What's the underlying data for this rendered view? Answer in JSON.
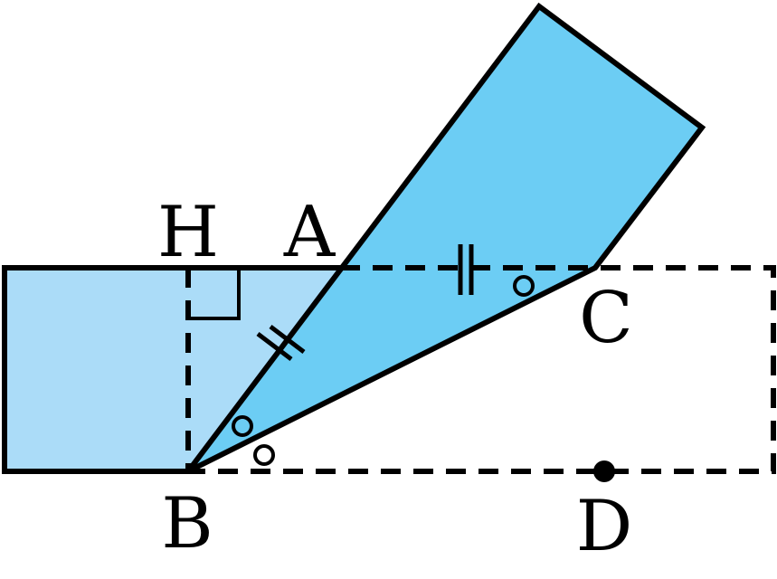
{
  "points": {
    "H": "H",
    "A": "A",
    "B": "B",
    "C": "C",
    "D": "D"
  },
  "colors": {
    "light_fill": "#abdcf8",
    "dark_fill": "#6ccdf4",
    "stroke": "#000000"
  }
}
